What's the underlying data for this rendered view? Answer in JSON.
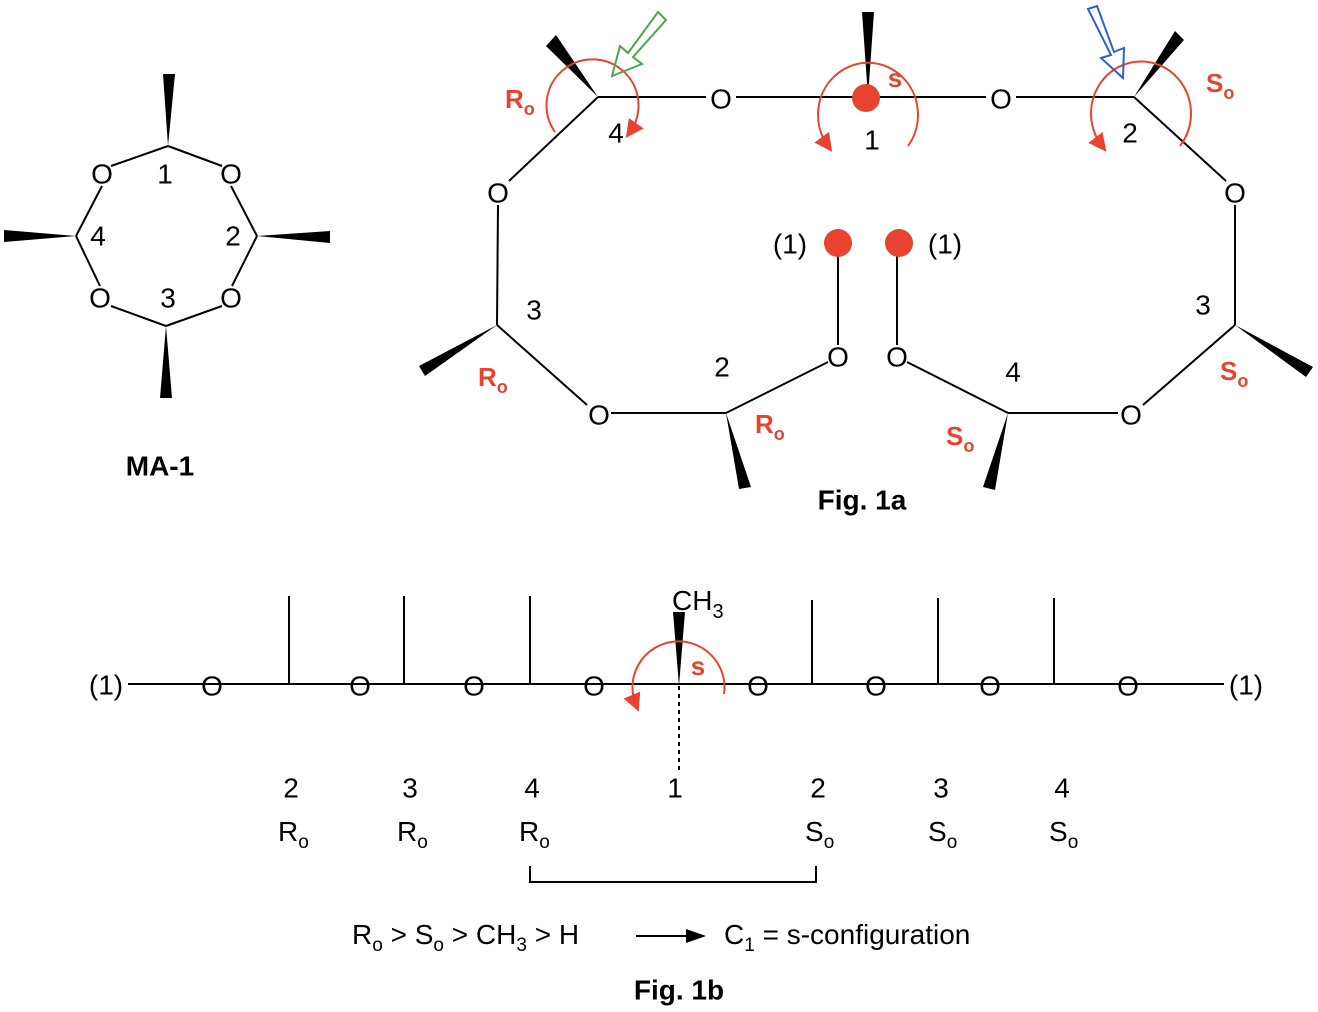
{
  "molecule": {
    "name": "MA-1",
    "atom": "O",
    "positions": [
      "1",
      "2",
      "3",
      "4"
    ]
  },
  "fig1a": {
    "caption": "Fig. 1a",
    "ring_label": "(1)",
    "chirality_s": "s",
    "descriptors": {
      "r": "R",
      "s": "S",
      "sub": "o"
    },
    "marker_colors": {
      "green_arrow": "#4aa84a",
      "blue_arrow": "#2f5fd0",
      "red": "#e8432f"
    }
  },
  "fig1b": {
    "caption": "Fig. 1b",
    "end_label": "(1)",
    "methyl_main": "CH",
    "methyl_sub": "3",
    "chirality_s": "s",
    "chain_numbers": [
      "2",
      "3",
      "4",
      "1",
      "2",
      "3",
      "4"
    ],
    "chain_descriptors": [
      "R",
      "R",
      "R",
      "",
      "S",
      "S",
      "S"
    ],
    "descriptor_sub": "o",
    "equation": {
      "r": "R",
      "o1": "o",
      "gt1": " > ",
      "s": "S",
      "o2": "o",
      "gt2": " > CH",
      "three": "3",
      "gt3": " > H",
      "c": "C",
      "one": "1",
      "result": " = s-configuration"
    }
  }
}
